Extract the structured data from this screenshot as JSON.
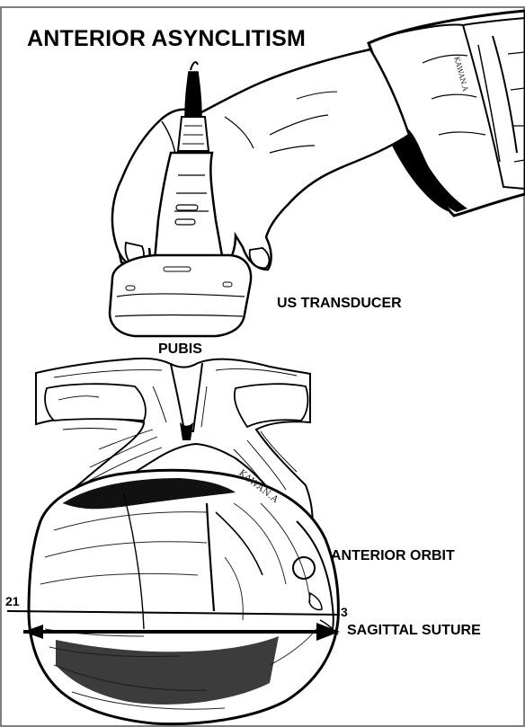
{
  "title": "ANTERIOR ASYNCLITISM",
  "labels": {
    "transducer": "US TRANSDUCER",
    "pubis": "PUBIS",
    "orbit": "ANTERIOR ORBIT",
    "suture": "SAGITTAL SUTURE",
    "line_left": "21",
    "line_right": "3"
  },
  "signature": "KAWAN.A",
  "cuff_signature": "KAWAN.A",
  "colors": {
    "ink": "#000000",
    "paper": "#ffffff",
    "frame": "#555555"
  }
}
